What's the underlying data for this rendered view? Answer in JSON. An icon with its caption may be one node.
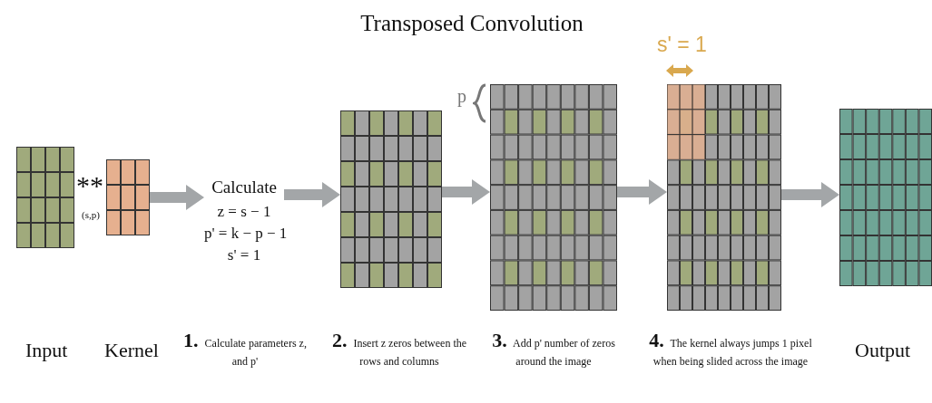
{
  "diagram": {
    "title": "Transposed Convolution",
    "nodes": [
      {
        "text": [],
        "shape": "picture"
      },
      {
        "text": [],
        "shape": "picture"
      },
      {
        "text": [
          "Calculate",
          "z = s − 1",
          "p' = k − p − 1",
          "s' = 1"
        ],
        "beside": [
          "**1.** Calculate parameters z, and p'"
        ]
      },
      {
        "text": [],
        "shape": "picture",
        "beside": [
          "**2.** Insert z zeros between the rows and columns"
        ]
      },
      {
        "text": [],
        "shape": "picture",
        "beside": [
          "**3.** Add p' number of zeros around the image"
        ]
      },
      {
        "text": [],
        "shape": "picture",
        "beside": [
          "**4.** The kernel always jumps 1 pixel when being slided across the image"
        ]
      },
      {
        "text": [],
        "shape": "picture"
      }
    ],
    "edges": [
      {
        "from": 1,
        "to": 2,
        "arrow": "to"
      },
      {
        "from": 2,
        "to": 3,
        "arrow": "to"
      },
      {
        "from": 3,
        "to": 4,
        "arrow": "to"
      },
      {
        "from": 4,
        "to": 5,
        "arrow": "to"
      },
      {
        "from": 5,
        "to": 6,
        "arrow": "to"
      }
    ],
    "labels": [
      "s' = 1",
      "p",
      "**",
      "(s,p)",
      "Input",
      "Kernel",
      "Output"
    ]
  }
}
